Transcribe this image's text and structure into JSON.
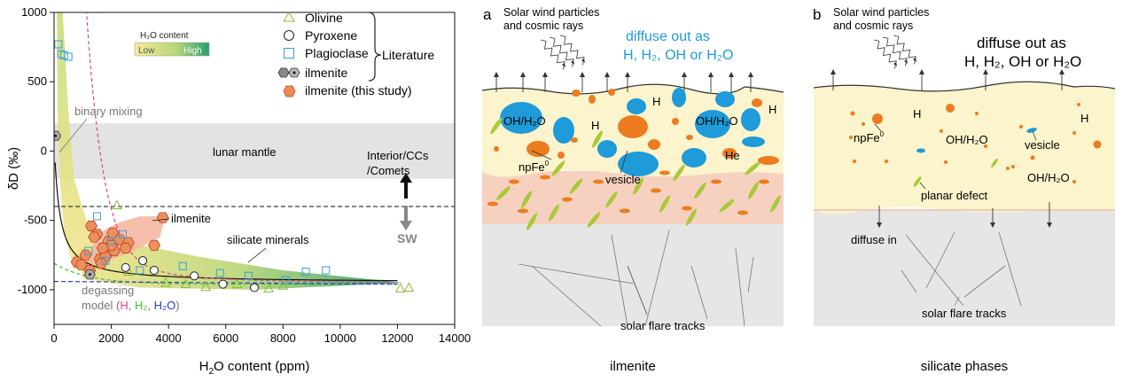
{
  "chart_data": {
    "type": "scatter",
    "xlabel_main": "H",
    "xlabel_sub": "2",
    "xlabel_rest": "O content (ppm)",
    "ylabel": "δD (‰)",
    "xlim": [
      0,
      14000
    ],
    "ylim": [
      -1250,
      1000
    ],
    "xticks": [
      0,
      2000,
      4000,
      6000,
      8000,
      10000,
      12000,
      14000
    ],
    "yticks": [
      -1000,
      -500,
      0,
      500,
      1000
    ],
    "lunar_mantle_band": [
      -200,
      200
    ],
    "sw_line": -400,
    "colorbar": {
      "title": "H₂O content",
      "low": "Low",
      "high": "High"
    },
    "legend": {
      "olivine": "Olivine",
      "pyroxene": "Pyroxene",
      "plagioclase": "Plagioclase",
      "ilmenite_lit": "ilmenite",
      "ilmenite_study": "ilmenite (this study)",
      "literature": "Literature"
    },
    "annotations": {
      "binary_mixing": "binary mixing",
      "lunar_mantle": "lunar mantle",
      "interior_1": "Interior/CCs",
      "interior_2": "/Comets",
      "sw": "SW",
      "ilmenite": "ilmenite",
      "silicate_minerals": "silicate minerals",
      "degassing_1": "degassing",
      "degassing_prefix": "model (",
      "degassing_h": "H",
      "degassing_h2": "H₂",
      "degassing_h2o": "H₂O",
      "comma": ", ",
      "close": ")"
    },
    "series": [
      {
        "name": "ilmenite (this study)",
        "x": [
          1300,
          1500,
          1700,
          1900,
          2100,
          1600,
          1800,
          2000,
          1400,
          1650,
          2050,
          2300,
          2600,
          2500,
          3800,
          3500,
          1100,
          800,
          950,
          1250,
          1700
        ],
        "y": [
          -540,
          -600,
          -700,
          -650,
          -720,
          -780,
          -760,
          -680,
          -620,
          -810,
          -590,
          -640,
          -660,
          -700,
          -480,
          -680,
          -750,
          -800,
          -820,
          -860,
          -700
        ]
      },
      {
        "name": "Olivine",
        "x": [
          2200,
          5300,
          6400,
          7500,
          8000,
          12400,
          12100,
          4600,
          3900,
          2600
        ],
        "y": [
          -390,
          -980,
          -960,
          -990,
          -970,
          -985,
          -990,
          -960,
          -950,
          -870
        ]
      },
      {
        "name": "Pyroxene",
        "x": [
          3100,
          4900,
          7000,
          5900,
          2500,
          3500
        ],
        "y": [
          -790,
          -900,
          -985,
          -960,
          -840,
          -860
        ]
      },
      {
        "name": "Plagioclase",
        "x": [
          150,
          250,
          350,
          500,
          1500,
          2400,
          1800,
          3000,
          4500,
          5800,
          6800,
          8100,
          8800,
          9500,
          2000,
          1200
        ],
        "y": [
          770,
          700,
          690,
          680,
          -470,
          -600,
          -790,
          -860,
          -830,
          -880,
          -900,
          -930,
          -870,
          -860,
          -650,
          -720
        ]
      },
      {
        "name": "ilmenite",
        "x": [
          50,
          1250
        ],
        "y": [
          110,
          -890
        ]
      }
    ]
  },
  "panel_a": {
    "letter": "a",
    "solar_1": "Solar wind particles",
    "solar_2": "and cosmic rays",
    "diffuse_1": "diffuse out as",
    "diffuse_2": "H, H₂, OH or H₂O",
    "oh_left": "OH/H₂O",
    "h1": "H",
    "h2": "H",
    "oh_right": "OH/H₂O",
    "h3": "H",
    "npfe": "npFe",
    "npfe_sup": "0",
    "vesicle": "vesicle",
    "he": "He",
    "flare": "solar flare tracks",
    "caption": "ilmenite",
    "colors": {
      "rim": "#fbf4cc",
      "amorph": "#f7d1bf",
      "bulk": "#e6e6e6",
      "water": "#1e9bd8",
      "fe": "#ec7c1f",
      "defect": "#a9c93a"
    }
  },
  "panel_b": {
    "letter": "b",
    "solar_1": "Solar wind particles",
    "solar_2": "and cosmic rays",
    "diffuse_1": "diffuse out as",
    "diffuse_2": "H, H₂, OH or H₂O",
    "h1": "H",
    "npfe": "npFe",
    "npfe_sup": "0",
    "oh_1": "OH/H₂O",
    "vesicle": "vesicle",
    "h2": "H",
    "oh_2": "OH/H₂O",
    "planar": "planar defect",
    "diffuse_in": "diffuse in",
    "flare": "solar flare tracks",
    "caption": "silicate phases"
  }
}
